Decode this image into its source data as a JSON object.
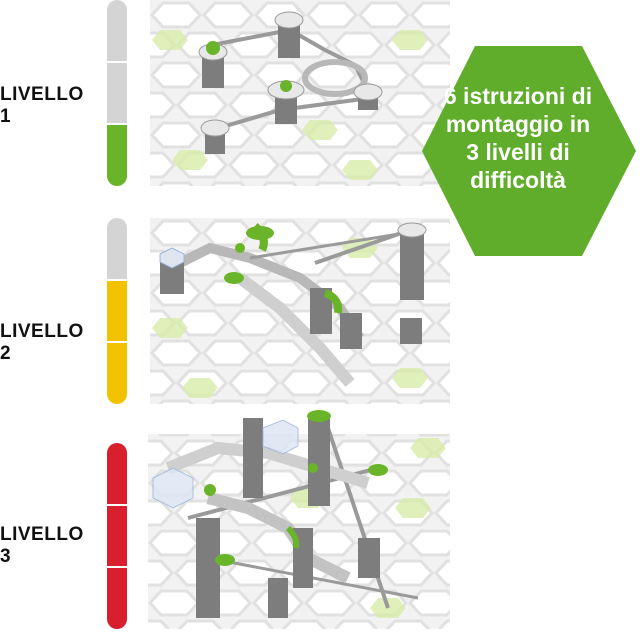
{
  "levels": [
    {
      "label": "LIVELLO 1",
      "bar": [
        "#d4d4d4",
        "#d4d4d4",
        "#6ab42a"
      ]
    },
    {
      "label": "LIVELLO 2",
      "bar": [
        "#d4d4d4",
        "#f2c200",
        "#f2c200"
      ]
    },
    {
      "label": "LIVELLO 3",
      "bar": [
        "#d81f2e",
        "#d81f2e",
        "#d81f2e"
      ]
    }
  ],
  "badge": {
    "lines": [
      "6 istruzioni di",
      "montaggio in",
      "3 livelli di",
      "difficoltà"
    ],
    "color": "#5fad2a"
  },
  "colors": {
    "grey": "#d4d4d4",
    "green": "#6ab42a",
    "yellow": "#f2c200",
    "red": "#d81f2e"
  }
}
